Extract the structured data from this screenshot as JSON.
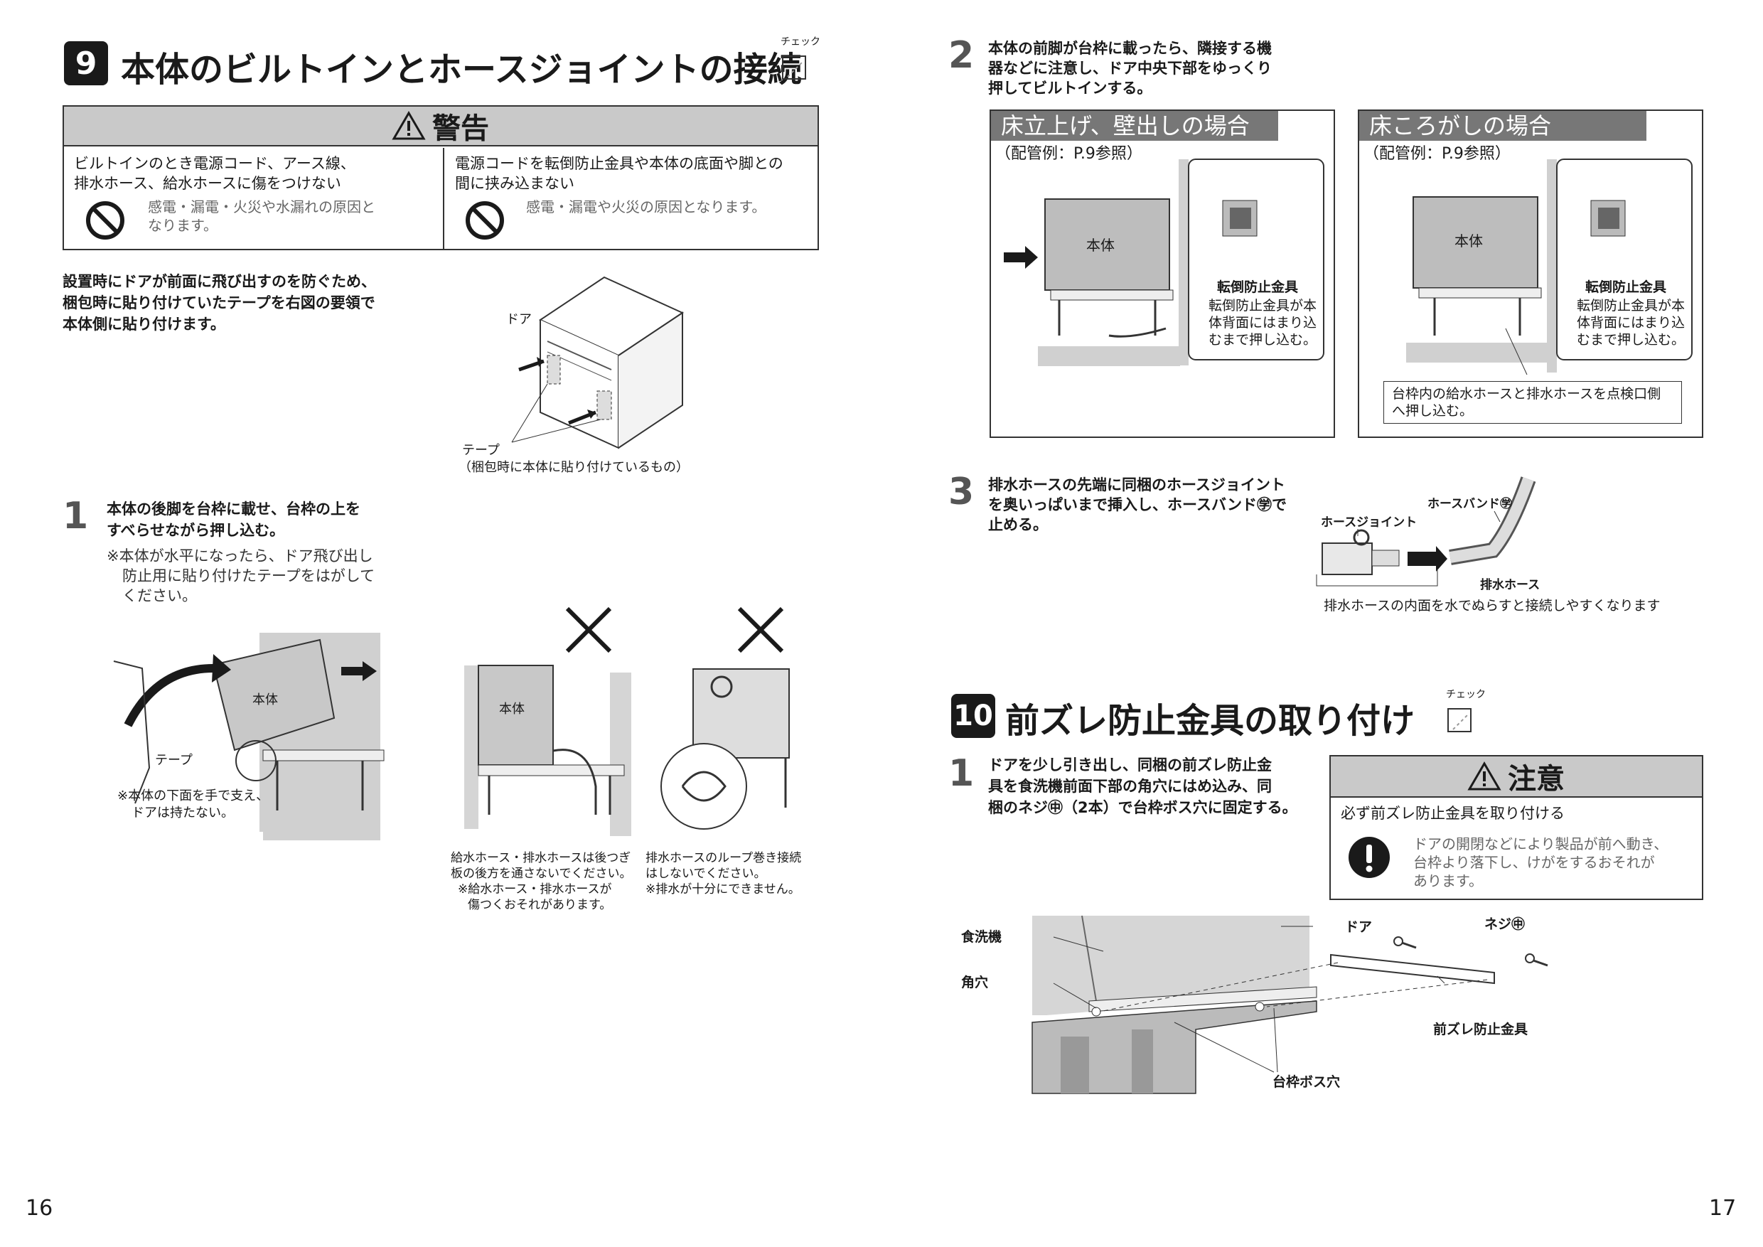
{
  "left": {
    "section_number": "9",
    "section_title": "本体のビルトインとホースジョイントの接続",
    "check_label": "チェック",
    "warning": {
      "title": "警告",
      "col1_heading": [
        "ビルトインのとき電源コード、アース線、",
        "排水ホース、給水ホースに傷をつけない"
      ],
      "col1_body": [
        "感電・漏電・火災や水漏れの原因と",
        "なります。"
      ],
      "col2_heading": [
        "電源コードを転倒防止金具や本体の底面や脚との",
        "間に挟み込まない"
      ],
      "col2_body": "感電・漏電や火災の原因となります。"
    },
    "intro": [
      "設置時にドアが前面に飛び出すのを防ぐため、",
      "梱包時に貼り付けていたテープを右図の要領で",
      "本体側に貼り付けます。"
    ],
    "fig_door_label": "ドア",
    "fig_tape_label": "テープ",
    "fig_tape_note": "（梱包時に本体に貼り付けているもの）",
    "step1": {
      "number": "1",
      "text": [
        "本体の後脚を台枠に載せ、台枠の上を",
        "すべらせながら押し込む。"
      ],
      "note": [
        "※本体が水平になったら、ドア飛び出し",
        "防止用に貼り付けたテープをはがして",
        "ください。"
      ]
    },
    "fig_a": {
      "body_label": "本体",
      "tape_label": "テープ",
      "note": [
        "※本体の下面を手で支え、",
        "ドアは持たない。"
      ]
    },
    "fig_b": {
      "body_label": "本体",
      "note": [
        "給水ホース・排水ホースは後つぎ",
        "板の後方を通さないでください。",
        "※給水ホース・排水ホースが",
        "傷つくおそれがあります。"
      ]
    },
    "fig_c": {
      "note": [
        "排水ホースのループ巻き接続",
        "はしないでください。",
        "※排水が十分にできません。"
      ]
    },
    "page_number": "16"
  },
  "right": {
    "step2": {
      "number": "2",
      "text": [
        "本体の前脚が台枠に載ったら、隣接する機",
        "器などに注意し、ドア中央下部をゆっくり",
        "押してビルトインする。"
      ]
    },
    "panel_a": {
      "title": "床立上げ、壁出しの場合",
      "ref": "（配管例：P.9参照）",
      "body_label": "本体",
      "bracket_label": "転倒防止金具",
      "bracket_note": [
        "転倒防止金具が本",
        "体背面にはまり込",
        "むまで押し込む。"
      ]
    },
    "panel_b": {
      "title": "床ころがしの場合",
      "ref": "（配管例：P.9参照）",
      "body_label": "本体",
      "bracket_label": "転倒防止金具",
      "bracket_note": [
        "転倒防止金具が本",
        "体背面にはまり込",
        "むまで押し込む。"
      ],
      "hose_note": [
        "台枠内の給水ホースと排水ホースを点検口側",
        "へ押し込む。"
      ]
    },
    "step3": {
      "number": "3",
      "text": [
        "排水ホースの先端に同梱のホースジョイント",
        "を奥いっぱいまで挿入し、ホースバンド㊫で",
        "止める。"
      ],
      "joint_label": "ホースジョイント",
      "band_label": "ホースバンド㊫",
      "hose_label": "排水ホース",
      "tip": "排水ホースの内面を水でぬらすと接続しやすくなります"
    },
    "section_number": "10",
    "section_title": "前ズレ防止金具の取り付け",
    "check_label": "チェック",
    "step1": {
      "number": "1",
      "text": [
        "ドアを少し引き出し、同梱の前ズレ防止金",
        "具を食洗機前面下部の角穴にはめ込み、同",
        "梱のネジ㊥（2本）で台枠ボス穴に固定する。"
      ]
    },
    "caution": {
      "title": "注意",
      "heading": "必ず前ズレ防止金具を取り付ける",
      "body": [
        "ドアの開閉などにより製品が前へ動き、",
        "台枠より落下し、けがをするおそれが",
        "あります。"
      ]
    },
    "fig_labels": {
      "dishwasher": "食洗機",
      "square_hole": "角穴",
      "door": "ドア",
      "screw": "ネジ㊥",
      "bracket": "前ズレ防止金具",
      "boss_hole": "台枠ボス穴"
    },
    "page_number": "17"
  }
}
